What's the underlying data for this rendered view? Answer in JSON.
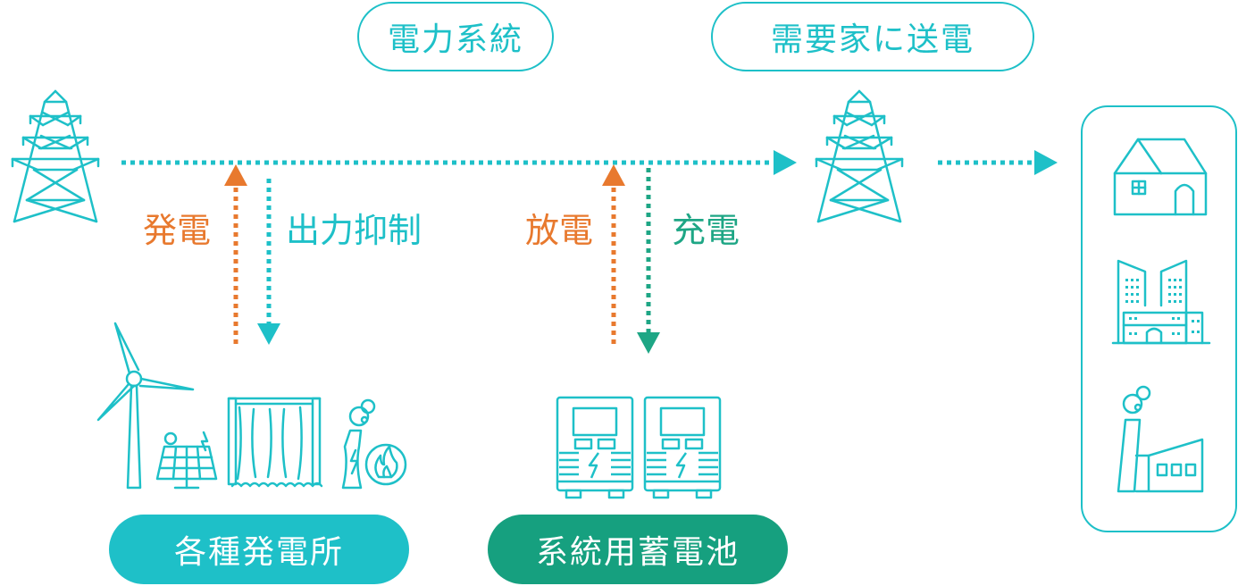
{
  "top_labels": {
    "grid": "電力系統",
    "delivery": "需要家に送電"
  },
  "flow_labels": {
    "generation": "発電",
    "output_curtailment": "出力抑制",
    "discharge": "放電",
    "charge": "充電"
  },
  "bottom_labels": {
    "power_plants": "各種発電所",
    "grid_battery": "系統用蓄電池"
  },
  "colors": {
    "teal": "#1ec0c8",
    "orange": "#e8792e",
    "green": "#1ea685",
    "green_fill": "#16a07f",
    "white": "#ffffff"
  }
}
